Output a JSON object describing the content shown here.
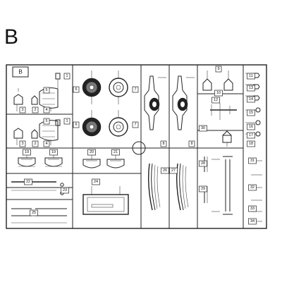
{
  "sheet_letter": "B",
  "frame_letter": "B",
  "parts": [
    {
      "n": "1"
    },
    {
      "n": "2"
    },
    {
      "n": "3"
    },
    {
      "n": "4"
    },
    {
      "n": "5"
    },
    {
      "n": "6"
    },
    {
      "n": "7"
    },
    {
      "n": "8"
    },
    {
      "n": "9"
    },
    {
      "n": "10"
    },
    {
      "n": "11"
    },
    {
      "n": "12"
    },
    {
      "n": "13"
    },
    {
      "n": "14"
    },
    {
      "n": "15"
    },
    {
      "n": "16"
    },
    {
      "n": "17"
    },
    {
      "n": "18"
    },
    {
      "n": "19"
    },
    {
      "n": "20"
    },
    {
      "n": "21"
    },
    {
      "n": "22"
    },
    {
      "n": "23"
    },
    {
      "n": "24"
    },
    {
      "n": "25"
    },
    {
      "n": "26"
    },
    {
      "n": "27"
    },
    {
      "n": "28"
    },
    {
      "n": "29"
    },
    {
      "n": "30"
    },
    {
      "n": "31"
    },
    {
      "n": "32"
    },
    {
      "n": "33"
    },
    {
      "n": "34"
    }
  ]
}
